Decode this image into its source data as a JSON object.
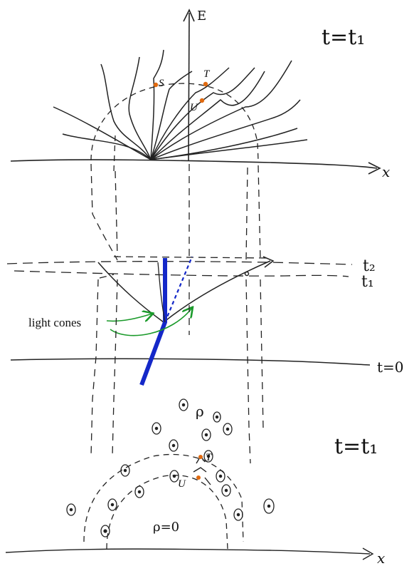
{
  "top_panel": {
    "time_label": "t=t₁",
    "vertical_axis_label": "E",
    "horizontal_axis_label": "x",
    "points": [
      {
        "label": "S",
        "color": "#e06a10"
      },
      {
        "label": "T",
        "color": "#e06a10"
      },
      {
        "label": "U",
        "color": "#e06a10"
      }
    ]
  },
  "middle_panel": {
    "time_label_t2": "t₂",
    "time_label_t1": "t₁",
    "time_label_t0": "t=0",
    "annotation": "light cones",
    "worldline_color": "#1428c8",
    "arrow_color": "#1a9a2a"
  },
  "bottom_panel": {
    "time_label": "t=t₁",
    "rho_label": "ρ",
    "rho_zero_label": "ρ=0",
    "horizontal_axis_label": "x",
    "points": [
      {
        "label": "T",
        "color": "#e06a10"
      },
      {
        "label": "U",
        "color": "#e06a10"
      }
    ]
  }
}
